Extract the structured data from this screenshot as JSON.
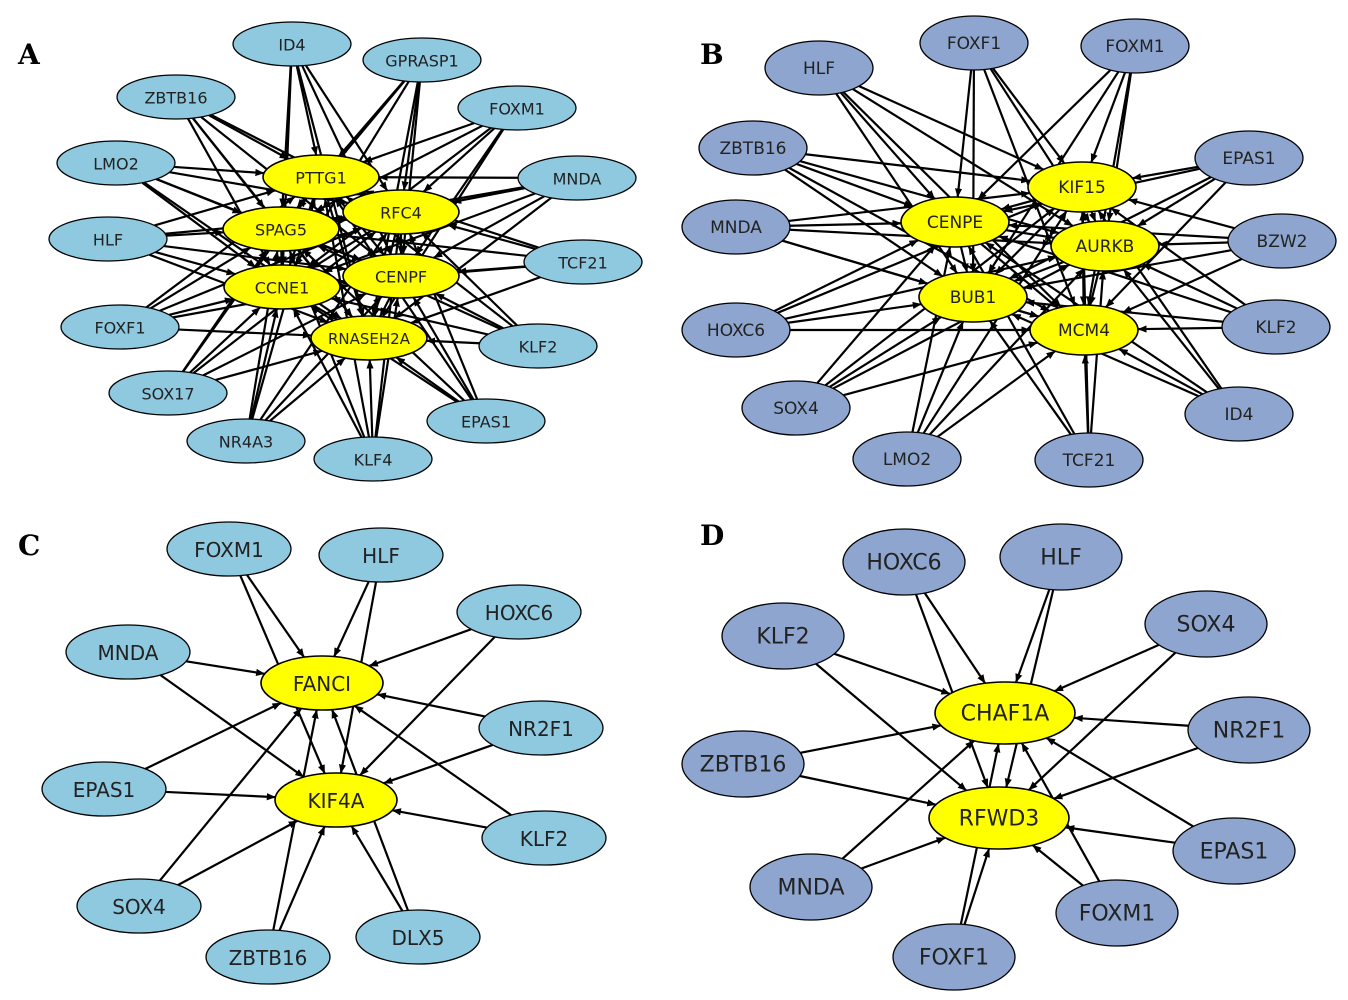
{
  "colors": {
    "a_c_blue": "#8ec9e0",
    "b_d_blue": "#8ea6cf",
    "hub_yellow": "#ffff00",
    "stroke": "#000000",
    "edge": "#000000"
  },
  "panels": [
    {
      "label": "A",
      "node_color": "#8ec9e0",
      "nodes": [
        {
          "id": "ID4",
          "label": "ID4"
        },
        {
          "id": "GPRASP1",
          "label": "GPRASP1"
        },
        {
          "id": "ZBTB16",
          "label": "ZBTB16"
        },
        {
          "id": "FOXM1",
          "label": "FOXM1"
        },
        {
          "id": "LMO2",
          "label": "LMO2"
        },
        {
          "id": "MNDA",
          "label": "MNDA"
        },
        {
          "id": "HLF",
          "label": "HLF"
        },
        {
          "id": "TCF21",
          "label": "TCF21"
        },
        {
          "id": "FOXF1",
          "label": "FOXF1"
        },
        {
          "id": "KLF2",
          "label": "KLF2"
        },
        {
          "id": "SOX17",
          "label": "SOX17"
        },
        {
          "id": "EPAS1",
          "label": "EPAS1"
        },
        {
          "id": "NR4A3",
          "label": "NR4A3"
        },
        {
          "id": "KLF4",
          "label": "KLF4"
        }
      ],
      "hubs": [
        {
          "id": "PTTG1",
          "label": "PTTG1"
        },
        {
          "id": "SPAG5",
          "label": "SPAG5"
        },
        {
          "id": "RFC4",
          "label": "RFC4"
        },
        {
          "id": "CCNE1",
          "label": "CCNE1"
        },
        {
          "id": "CENPF",
          "label": "CENPF"
        },
        {
          "id": "RNASEH2A",
          "label": "RNASEH2A"
        }
      ]
    },
    {
      "label": "B",
      "node_color": "#8ea6cf",
      "nodes": [
        {
          "id": "HLF",
          "label": "HLF"
        },
        {
          "id": "FOXF1",
          "label": "FOXF1"
        },
        {
          "id": "FOXM1",
          "label": "FOXM1"
        },
        {
          "id": "ZBTB16",
          "label": "ZBTB16"
        },
        {
          "id": "EPAS1",
          "label": "EPAS1"
        },
        {
          "id": "MNDA",
          "label": "MNDA"
        },
        {
          "id": "BZW2",
          "label": "BZW2"
        },
        {
          "id": "HOXC6",
          "label": "HOXC6"
        },
        {
          "id": "KLF2",
          "label": "KLF2"
        },
        {
          "id": "SOX4",
          "label": "SOX4"
        },
        {
          "id": "ID4",
          "label": "ID4"
        },
        {
          "id": "LMO2",
          "label": "LMO2"
        },
        {
          "id": "TCF21",
          "label": "TCF21"
        }
      ],
      "hubs": [
        {
          "id": "KIF15",
          "label": "KIF15"
        },
        {
          "id": "CENPE",
          "label": "CENPE"
        },
        {
          "id": "AURKB",
          "label": "AURKB"
        },
        {
          "id": "BUB1",
          "label": "BUB1"
        },
        {
          "id": "MCM4",
          "label": "MCM4"
        }
      ]
    },
    {
      "label": "C",
      "node_color": "#8ec9e0",
      "nodes": [
        {
          "id": "FOXM1",
          "label": "FOXM1"
        },
        {
          "id": "HLF",
          "label": "HLF"
        },
        {
          "id": "HOXC6",
          "label": "HOXC6"
        },
        {
          "id": "MNDA",
          "label": "MNDA"
        },
        {
          "id": "NR2F1",
          "label": "NR2F1"
        },
        {
          "id": "EPAS1",
          "label": "EPAS1"
        },
        {
          "id": "KLF2",
          "label": "KLF2"
        },
        {
          "id": "SOX4",
          "label": "SOX4"
        },
        {
          "id": "DLX5",
          "label": "DLX5"
        },
        {
          "id": "ZBTB16",
          "label": "ZBTB16"
        }
      ],
      "hubs": [
        {
          "id": "FANCI",
          "label": "FANCI"
        },
        {
          "id": "KIF4A",
          "label": "KIF4A"
        }
      ]
    },
    {
      "label": "D",
      "node_color": "#8ea6cf",
      "nodes": [
        {
          "id": "HOXC6",
          "label": "HOXC6"
        },
        {
          "id": "HLF",
          "label": "HLF"
        },
        {
          "id": "KLF2",
          "label": "KLF2"
        },
        {
          "id": "SOX4",
          "label": "SOX4"
        },
        {
          "id": "NR2F1",
          "label": "NR2F1"
        },
        {
          "id": "ZBTB16",
          "label": "ZBTB16"
        },
        {
          "id": "EPAS1",
          "label": "EPAS1"
        },
        {
          "id": "MNDA",
          "label": "MNDA"
        },
        {
          "id": "FOXM1",
          "label": "FOXM1"
        },
        {
          "id": "FOXF1",
          "label": "FOXF1"
        }
      ],
      "hubs": [
        {
          "id": "CHAF1A",
          "label": "CHAF1A"
        },
        {
          "id": "RFWD3",
          "label": "RFWD3"
        }
      ]
    }
  ]
}
